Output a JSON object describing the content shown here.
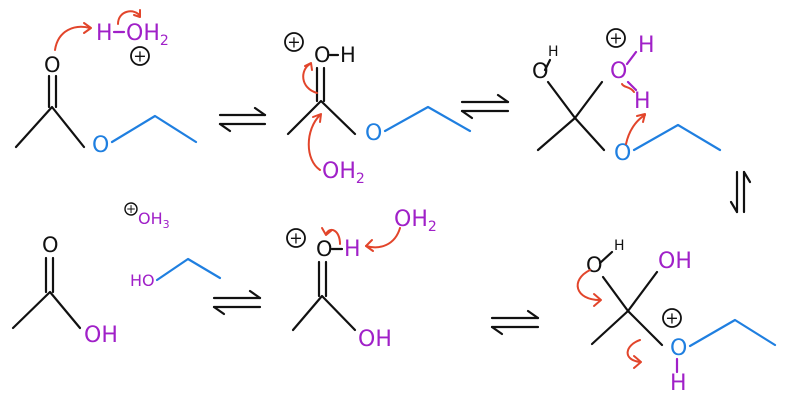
{
  "colors": {
    "skeleton": "#111111",
    "reagent": "#a020c8",
    "ethoxy": "#1f7fe0",
    "arrow": "#e2452b"
  },
  "structures": {
    "s1": {
      "carbonyl_o": "O",
      "hydronium_h": "H",
      "hydronium_oh": "OH",
      "hydronium_sub": "2",
      "charge": "+",
      "ether_o": "O"
    },
    "s2": {
      "charge": "+",
      "o": "O",
      "h": "H",
      "water_oh": "OH",
      "water_sub": "2",
      "ether_o": "O"
    },
    "s3": {
      "o_left": "O",
      "h_left": "H",
      "o_right": "O",
      "h_right": "H",
      "charge": "+",
      "h_lower": "H",
      "ether_o": "O"
    },
    "s4": {
      "o_left": "O",
      "h_left": "H",
      "oh_right": "OH",
      "charge": "+",
      "ether_o": "O",
      "h_bottom": "H"
    },
    "s5": {
      "charge": "+",
      "o": "O",
      "h": "H",
      "water_oh": "OH",
      "water_sub": "2",
      "oh_bottom": "OH"
    },
    "s6": {
      "carbonyl_o": "O",
      "oh": "OH",
      "hydronium_charge": "+",
      "hydronium_oh": "OH",
      "hydronium_sub": "3",
      "ethanol_ho": "HO"
    }
  },
  "equilibria": {
    "eq1": "⇌",
    "eq2": "⇌",
    "eq3": "⇌",
    "eq4": "⇌",
    "eq5": "⇌"
  }
}
